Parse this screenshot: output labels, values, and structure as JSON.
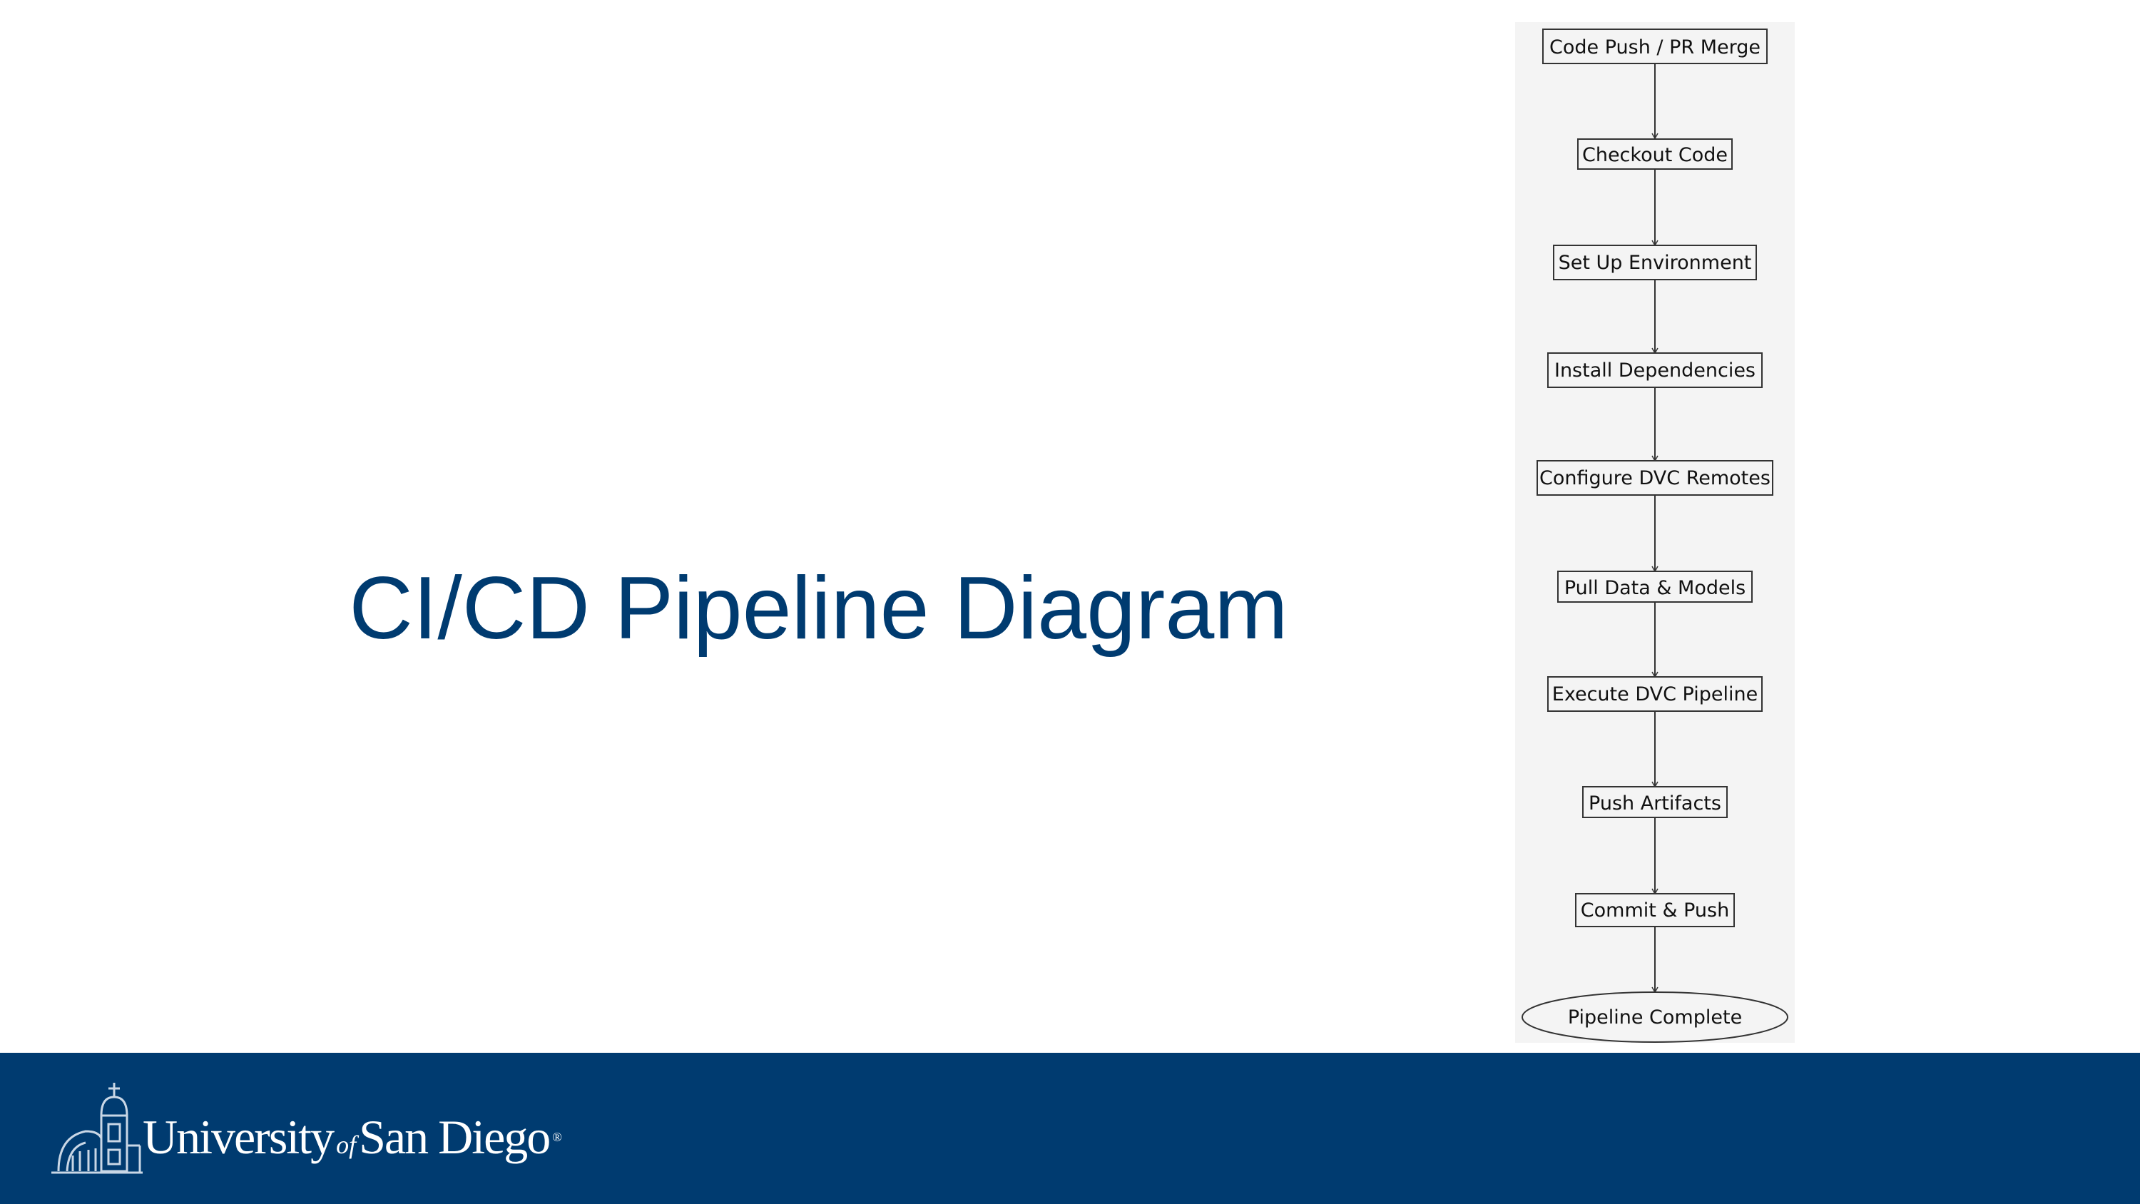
{
  "slide": {
    "title": "CI/CD Pipeline Diagram"
  },
  "flow": {
    "steps": [
      "Code Push / PR Merge",
      "Checkout Code",
      "Set Up Environment",
      "Install Dependencies",
      "Configure DVC Remotes",
      "Pull Data & Models",
      "Execute DVC Pipeline",
      "Push Artifacts",
      "Commit & Push"
    ],
    "end": "Pipeline Complete"
  },
  "footer": {
    "logo": {
      "word1": "University",
      "word2": "of",
      "word3": "San Diego",
      "mark": "®"
    },
    "color": "#003b70"
  },
  "colors": {
    "title": "#003b70",
    "panel": "#f4f4f4"
  }
}
